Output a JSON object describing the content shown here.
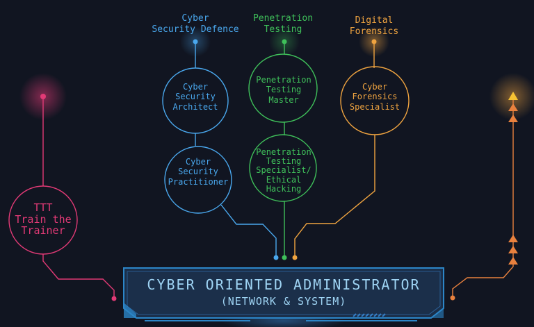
{
  "colors": {
    "background": "#111521",
    "blue": "#4aa8ee",
    "green": "#3fc05a",
    "orange": "#f0a440",
    "pink": "#e23a76",
    "panel": "#1b2f4a",
    "panel_border": "#2c86c8"
  },
  "tracks": {
    "cyber_defence": {
      "line1": "Cyber",
      "line2": "Security Defence"
    },
    "pentest": {
      "line1": "Penetration",
      "line2": "Testing"
    },
    "forensics": {
      "line1": "Digital",
      "line2": "Forensics"
    }
  },
  "nodes": {
    "architect": [
      "Cyber",
      "Security",
      "Architect"
    ],
    "practitioner": [
      "Cyber",
      "Security",
      "Practitioner"
    ],
    "pentest_master": [
      "Penetration",
      "Testing",
      "Master"
    ],
    "pentest_specialist": [
      "Penetration",
      "Testing",
      "Specialist/",
      "Ethical",
      "Hacking"
    ],
    "forensics_specialist": [
      "Cyber",
      "Forensics",
      "Specialist"
    ],
    "ttt": [
      "TTT",
      "Train the",
      "Trainer"
    ]
  },
  "base": {
    "title": "CYBER ORIENTED ADMINISTRATOR",
    "subtitle": "(NETWORK & SYSTEM)"
  }
}
